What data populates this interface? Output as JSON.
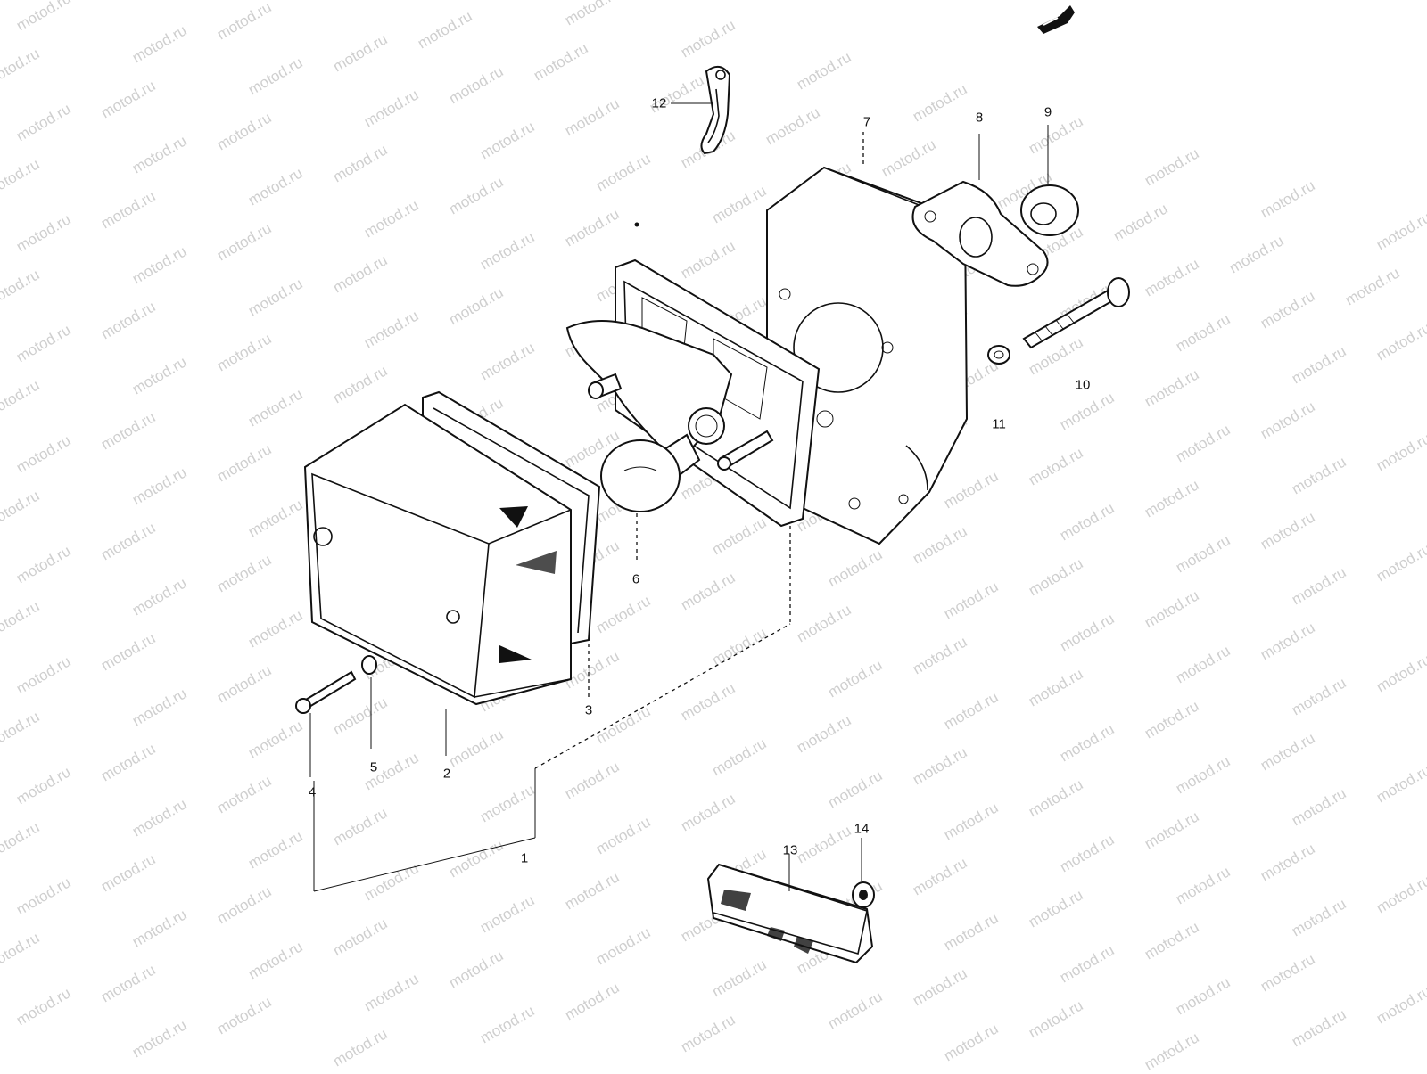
{
  "watermark": "motod.ru",
  "labels": {
    "p1": "1",
    "p2": "2",
    "p3": "3",
    "p4": "4",
    "p5": "5",
    "p6": "6",
    "p7": "7",
    "p8": "8",
    "p9": "9",
    "p10": "10",
    "p11": "11",
    "p12": "12",
    "p13": "13",
    "p14": "14"
  },
  "icons": {
    "front_arrow": "front-arrow-icon"
  }
}
